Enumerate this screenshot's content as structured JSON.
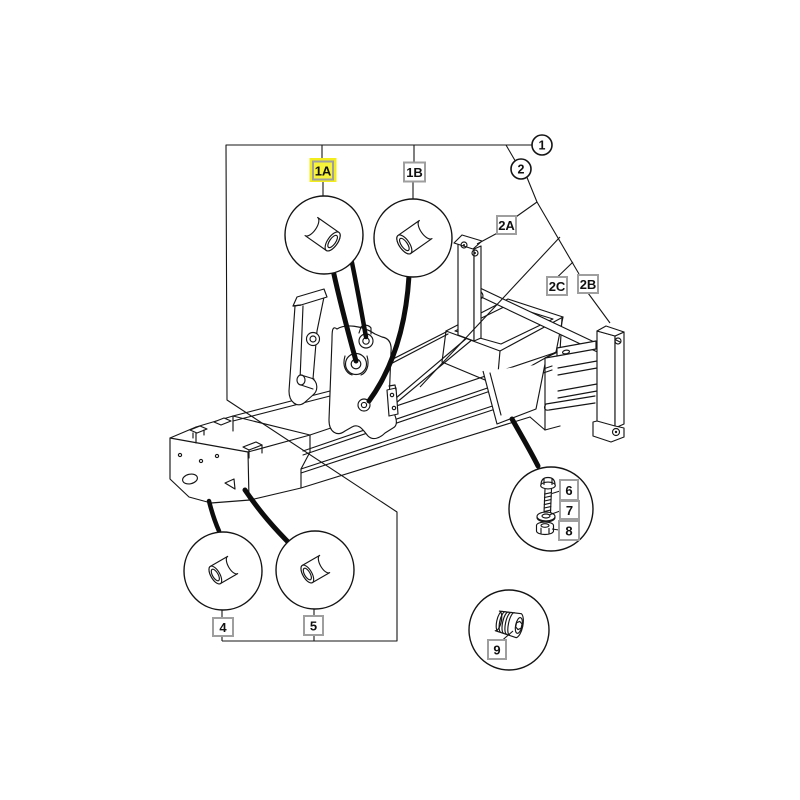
{
  "diagram": {
    "type": "exploded-parts-diagram",
    "subject": "chassis-frame-assembly",
    "colors": {
      "background": "#ffffff",
      "line": "#161616",
      "highlight_yellow": "#f3ed1e",
      "label_box_border": "#9e9e9e",
      "label_box_fill": "#ffffff",
      "text": "#101010"
    },
    "callouts": {
      "circled": [
        {
          "id": "item-1",
          "label": "1"
        },
        {
          "id": "item-2",
          "label": "2"
        }
      ],
      "boxed": [
        {
          "id": "item-1A",
          "label": "1A",
          "highlighted": true,
          "part": "bush-large"
        },
        {
          "id": "item-1B",
          "label": "1B",
          "highlighted": false,
          "part": "bush-large"
        },
        {
          "id": "item-2A",
          "label": "2A",
          "highlighted": false,
          "part": "post-left"
        },
        {
          "id": "item-2C",
          "label": "2C",
          "highlighted": false,
          "part": "cross-brace"
        },
        {
          "id": "item-2B",
          "label": "2B",
          "highlighted": false,
          "part": "post-right"
        },
        {
          "id": "item-4",
          "label": "4",
          "highlighted": false,
          "part": "bush-small"
        },
        {
          "id": "item-5",
          "label": "5",
          "highlighted": false,
          "part": "bush-small"
        },
        {
          "id": "item-6",
          "label": "6",
          "highlighted": false,
          "part": "bolt"
        },
        {
          "id": "item-7",
          "label": "7",
          "highlighted": false,
          "part": "washer"
        },
        {
          "id": "item-8",
          "label": "8",
          "highlighted": false,
          "part": "nut"
        },
        {
          "id": "item-9",
          "label": "9",
          "highlighted": false,
          "part": "threaded-plug"
        }
      ]
    },
    "icons": [
      "bushing-icon",
      "bushing-icon",
      "bushing-icon",
      "bushing-icon",
      "bolt-icon",
      "washer-icon",
      "nut-icon",
      "plug-icon"
    ]
  }
}
